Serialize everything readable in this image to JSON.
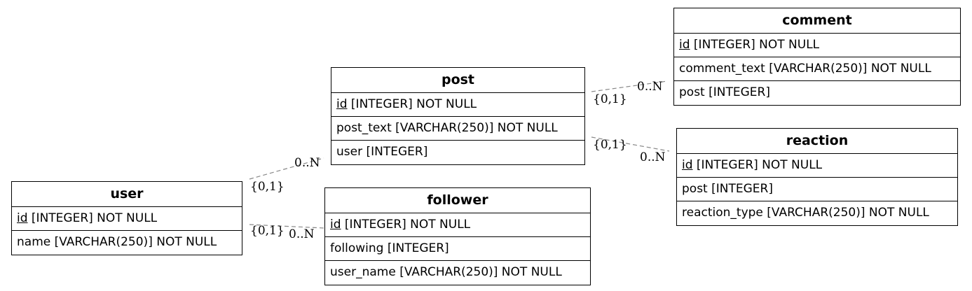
{
  "entities": {
    "user": {
      "name": "user",
      "columns": [
        {
          "key": "id",
          "rest": " [INTEGER] NOT NULL"
        },
        {
          "key": "",
          "rest": "name [VARCHAR(250)] NOT NULL"
        }
      ]
    },
    "post": {
      "name": "post",
      "columns": [
        {
          "key": "id",
          "rest": " [INTEGER] NOT NULL"
        },
        {
          "key": "",
          "rest": "post_text [VARCHAR(250)] NOT NULL"
        },
        {
          "key": "",
          "rest": "user [INTEGER]"
        }
      ]
    },
    "follower": {
      "name": "follower",
      "columns": [
        {
          "key": "id",
          "rest": " [INTEGER] NOT NULL"
        },
        {
          "key": "",
          "rest": "following [INTEGER]"
        },
        {
          "key": "",
          "rest": "user_name [VARCHAR(250)] NOT NULL"
        }
      ]
    },
    "comment": {
      "name": "comment",
      "columns": [
        {
          "key": "id",
          "rest": " [INTEGER] NOT NULL"
        },
        {
          "key": "",
          "rest": "comment_text [VARCHAR(250)] NOT NULL"
        },
        {
          "key": "",
          "rest": "post [INTEGER]"
        }
      ]
    },
    "reaction": {
      "name": "reaction",
      "columns": [
        {
          "key": "id",
          "rest": " [INTEGER] NOT NULL"
        },
        {
          "key": "",
          "rest": "post [INTEGER]"
        },
        {
          "key": "",
          "rest": "reaction_type [VARCHAR(250)] NOT NULL"
        }
      ]
    }
  },
  "relationships": [
    {
      "from": "user",
      "to": "post",
      "from_card": "{0,1}",
      "to_card": "0..N"
    },
    {
      "from": "user",
      "to": "follower",
      "from_card": "{0,1}",
      "to_card": "0..N"
    },
    {
      "from": "post",
      "to": "comment",
      "from_card": "{0,1}",
      "to_card": "0..N"
    },
    {
      "from": "post",
      "to": "reaction",
      "from_card": "{0,1}",
      "to_card": "0..N"
    }
  ],
  "colors": {
    "border": "#000000",
    "relationship_line": "#888888",
    "background": "#ffffff"
  }
}
